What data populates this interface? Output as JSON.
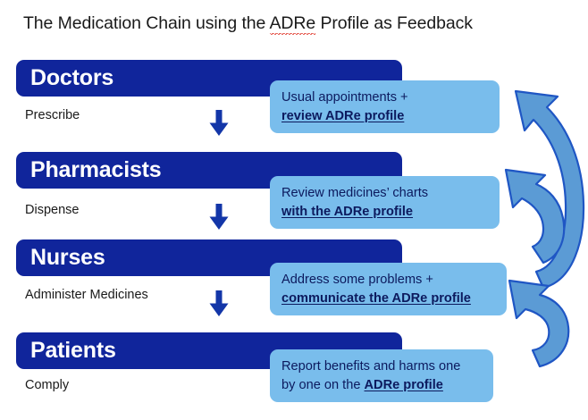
{
  "title": {
    "before": "The Medication Chain using the ",
    "misspelled": "ADRe",
    "after": " Profile as Feedback",
    "full": "The Medication Chain using the ADRe Profile as Feedback"
  },
  "colors": {
    "dark_blue": "#10259B",
    "light_blue": "#79BDEC",
    "callout_text": "#0C1A5E",
    "arrow_fill": "#5B9BD5",
    "arrow_outline": "#1F56C4",
    "title_text": "#1A1A1A",
    "spellcheck_underline": "#E03B2F",
    "background": "#FFFFFF"
  },
  "stages": [
    {
      "id": "doctors",
      "title": "Doctors",
      "action": "Prescribe",
      "has_down_arrow": true,
      "down_arrow_icon": "down-arrow-icon",
      "callout": {
        "lines": [
          {
            "text": "Usual appointments +",
            "emphasis": false
          },
          {
            "text": "review ADRe profile",
            "emphasis": true
          }
        ]
      }
    },
    {
      "id": "pharmacists",
      "title": "Pharmacists",
      "action": "Dispense",
      "has_down_arrow": true,
      "down_arrow_icon": "down-arrow-icon",
      "callout": {
        "lines": [
          {
            "text": "Review medicines’ charts",
            "emphasis": false
          },
          {
            "text": "with the ADRe profile",
            "emphasis": true
          }
        ]
      }
    },
    {
      "id": "nurses",
      "title": "Nurses",
      "action": "Administer Medicines",
      "has_down_arrow": true,
      "down_arrow_icon": "down-arrow-icon",
      "callout": {
        "lines": [
          {
            "text": "Address some problems +",
            "emphasis": false
          },
          {
            "text": "communicate the ADRe profile",
            "emphasis": true
          }
        ]
      }
    },
    {
      "id": "patients",
      "title": "Patients",
      "action": "Comply",
      "has_down_arrow": false,
      "down_arrow_icon": "",
      "callout": {
        "lines": [
          {
            "text": "Report benefits and harms one",
            "emphasis": false
          },
          {
            "text": "by one on the ",
            "emphasis": false,
            "trailing_strong": "ADRe profile"
          }
        ]
      }
    }
  ],
  "feedback_arrows": [
    {
      "id": "nurses-to-doctors",
      "name": "feedback-arrow-long",
      "from": "nurses-callout",
      "to": "doctors-callout"
    },
    {
      "id": "nurses-to-pharmacists",
      "name": "feedback-arrow-medium",
      "from": "nurses-callout",
      "to": "pharmacists-callout"
    },
    {
      "id": "patients-to-nurses",
      "name": "feedback-arrow-short",
      "from": "patients-callout",
      "to": "nurses-callout"
    }
  ]
}
